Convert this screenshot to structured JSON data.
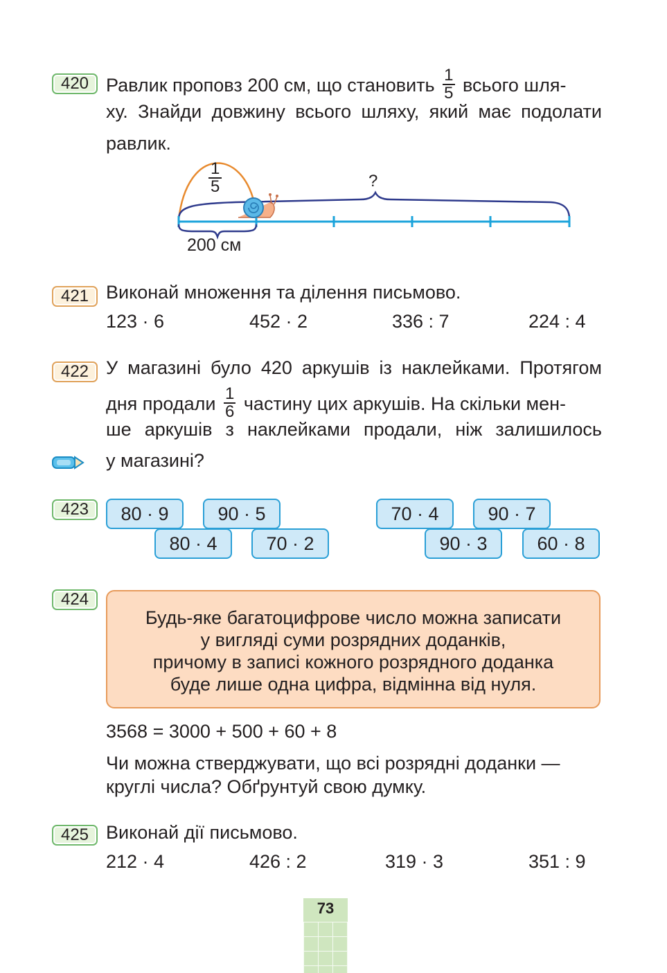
{
  "tasks": {
    "t420": {
      "number": "420",
      "line1_before": "Равлик проповз 200 см, що становить",
      "frac_num": "1",
      "frac_den": "5",
      "line1_after": "всього шля-",
      "line2": "ху. Знайди довжину всього шляху, який має подолати",
      "line3": "равлик.",
      "diagram": {
        "frac_num": "1",
        "frac_den": "5",
        "question": "?",
        "segment_label": "200 см",
        "colors": {
          "line": "#1aa3db",
          "brace": "#2e3a8c",
          "arc": "#e88a2e",
          "snail": "#5bb9e8"
        }
      }
    },
    "t421": {
      "number": "421",
      "text": "Виконай множення та ділення письмово.",
      "exprs": [
        "123 · 6",
        "452 · 2",
        "336 : 7",
        "224 : 4"
      ]
    },
    "t422": {
      "number": "422",
      "line1": "У магазині було 420 аркушів із наклейками. Протягом",
      "line2_before": "дня продали",
      "frac_num": "1",
      "frac_den": "6",
      "line2_after": "частину цих аркушів. На скільки мен-",
      "line3": "ше аркушів з наклейками продали, ніж залишилось",
      "line4": "у магазині?"
    },
    "t423": {
      "number": "423",
      "cards": [
        "80 · 9",
        "90 · 5",
        "80 · 4",
        "70 · 2",
        "70 · 4",
        "90 · 7",
        "90 · 3",
        "60 · 8"
      ]
    },
    "t424": {
      "number": "424",
      "rule": [
        "Будь-яке багатоцифрове число можна записати",
        "у вигляді суми розрядних доданків,",
        "причому в записі кожного розрядного доданка",
        "буде лише одна цифра, відмінна від нуля."
      ],
      "example": "3568 = 3000 + 500 + 60 + 8",
      "question_line1": "Чи можна стверджувати, що всі розрядні доданки —",
      "question_line2": "круглі числа? Обґрунтуй свою думку."
    },
    "t425": {
      "number": "425",
      "text": "Виконай дії письмово.",
      "exprs": [
        "212 · 4",
        "426 : 2",
        "319 · 3",
        "351 : 9"
      ]
    }
  },
  "page_number": "73",
  "colors": {
    "badge_green": "#6fb86b",
    "badge_orange": "#e0a25a",
    "card_border": "#2a9fd6",
    "card_fill": "#cfe9f8",
    "rule_fill": "#fddcc2",
    "rule_border": "#e79a5a"
  }
}
